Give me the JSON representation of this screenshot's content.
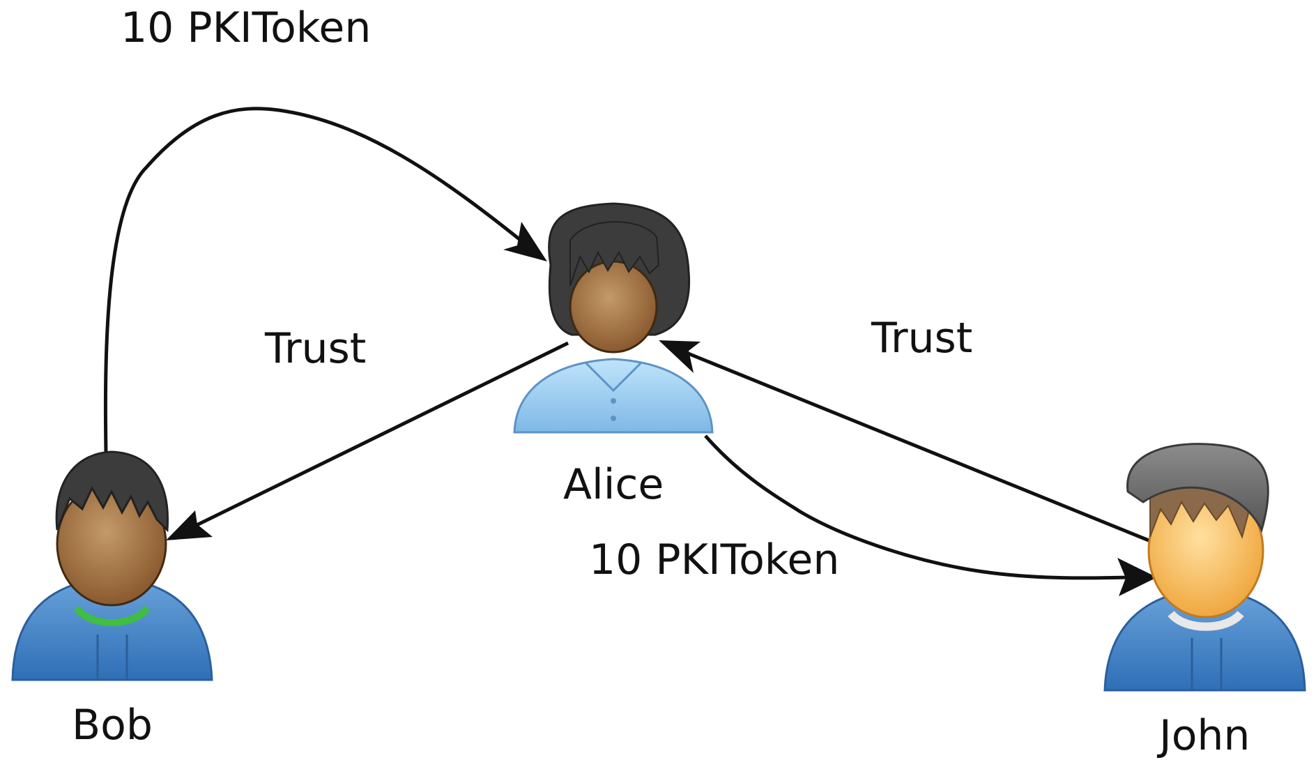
{
  "diagram": {
    "people": {
      "alice": {
        "name": "Alice"
      },
      "bob": {
        "name": "Bob"
      },
      "john": {
        "name": "John"
      }
    },
    "edges": {
      "bob_to_alice": {
        "label": "10 PKIToken"
      },
      "alice_to_bob": {
        "label": "Trust"
      },
      "john_to_alice": {
        "label": "Trust"
      },
      "alice_to_john": {
        "label": "10 PKIToken"
      }
    }
  }
}
